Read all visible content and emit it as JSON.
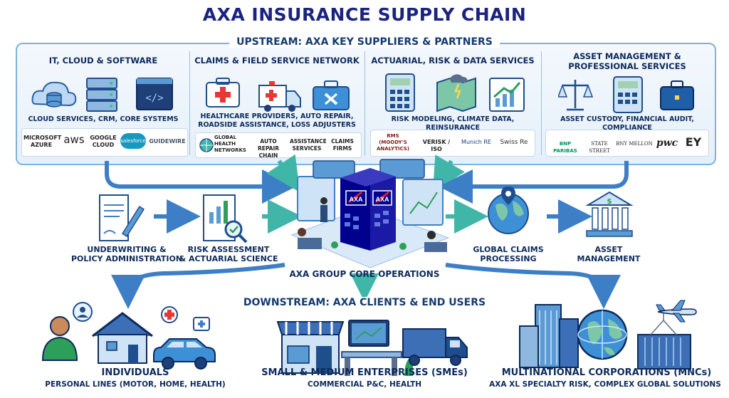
{
  "title": "AXA INSURANCE SUPPLY CHAIN",
  "upstream": {
    "label": "UPSTREAM: AXA KEY SUPPLIERS & PARTNERS",
    "columns": [
      {
        "title": "IT, CLOUD & SOFTWARE",
        "subtitle": "CLOUD SERVICES, CRM, CORE SYSTEMS",
        "icons": [
          "cloud-database-icon",
          "server-icon",
          "code-window-icon"
        ],
        "logos": [
          "MICROSOFT AZURE",
          "aws",
          "GOOGLE CLOUD",
          "salesforce",
          "GUIDEWIRE"
        ]
      },
      {
        "title": "CLAIMS & FIELD SERVICE NETWORK",
        "subtitle_line1": "HEALTHCARE PROVIDERS, AUTO REPAIR,",
        "subtitle_line2": "ROADSIDE ASSISTANCE, LOSS ADJUSTERS",
        "icons": [
          "first-aid-kit-icon",
          "ambulance-icon",
          "toolbox-icon"
        ],
        "logos": [
          "GLOBAL HEALTH NETWORKS",
          "AUTO REPAIR CHAIN",
          "ASSISTANCE SERVICES",
          "CLAIMS FIRMS"
        ]
      },
      {
        "title": "ACTUARIAL, RISK & DATA SERVICES",
        "subtitle": "RISK MODELING, CLIMATE DATA, REINSURANCE",
        "icons": [
          "calculator-icon",
          "climate-map-icon",
          "growth-chart-icon"
        ],
        "logos": [
          "RMS (MOODY'S ANALYTICS)",
          "VERISK / ISO",
          "Munich RE",
          "Swiss Re"
        ]
      },
      {
        "title_line1": "ASSET MANAGEMENT &",
        "title_line2": "PROFESSIONAL SERVICES",
        "subtitle": "ASSET CUSTODY, FINANCIAL AUDIT, COMPLIANCE",
        "icons": [
          "scales-icon",
          "calculator-icon",
          "briefcase-icon"
        ],
        "logos": [
          "BNP PARIBAS",
          "STATE STREET",
          "BNY MELLON",
          "pwc",
          "EY"
        ]
      }
    ]
  },
  "core": {
    "label": "AXA GROUP CORE OPERATIONS",
    "brand": "AXA",
    "steps": [
      {
        "line1": "UNDERWRITING &",
        "line2": "POLICY ADMINISTRATION"
      },
      {
        "line1": "RISK ASSESSMENT",
        "line2": "& ACTUARIAL SCIENCE"
      },
      {
        "line1": "GLOBAL CLAIMS",
        "line2": "PROCESSING"
      },
      {
        "line1": "ASSET",
        "line2": "MANAGEMENT"
      }
    ]
  },
  "downstream": {
    "label": "DOWNSTREAM: AXA CLIENTS & END USERS",
    "segments": [
      {
        "title": "INDIVIDUALS",
        "subtitle": "PERSONAL LINES (MOTOR, HOME, HEALTH)"
      },
      {
        "title": "SMALL & MEDIUM ENTERPRISES (SMEs)",
        "subtitle": "COMMERCIAL P&C, HEALTH"
      },
      {
        "title": "MULTINATIONAL CORPORATIONS (MNCs)",
        "subtitle": "AXA XL SPECIALTY RISK, COMPLEX GLOBAL SOLUTIONS"
      }
    ]
  },
  "colors": {
    "navy": "#0d2a5c",
    "title": "#1a237e",
    "arrow_blue": "#3d7fc6",
    "arrow_teal": "#3fb6a8",
    "axa_blue": "#00008f",
    "axa_red": "#ff1721"
  }
}
